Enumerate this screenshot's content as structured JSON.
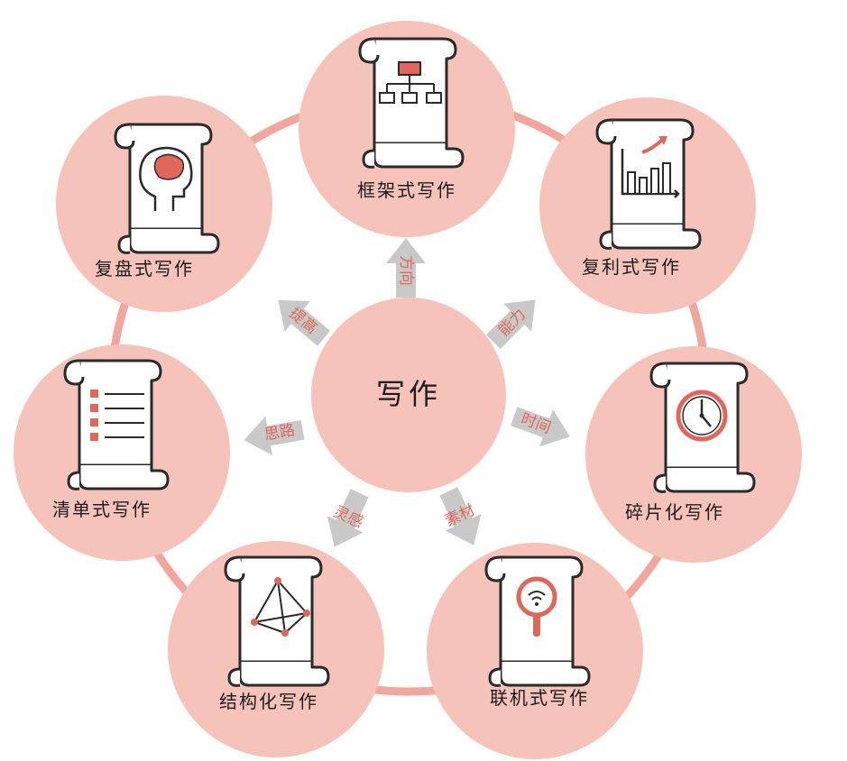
{
  "center": {
    "label": "写作"
  },
  "nodes": [
    {
      "id": "framework",
      "label": "框架式写作",
      "icon": "flowchart-scroll-icon"
    },
    {
      "id": "compound",
      "label": "复利式写作",
      "icon": "bar-chart-scroll-icon"
    },
    {
      "id": "fragment",
      "label": "碎片化写作",
      "icon": "clock-scroll-icon"
    },
    {
      "id": "networked",
      "label": "联机式写作",
      "icon": "magnifier-scroll-icon"
    },
    {
      "id": "structured",
      "label": "结构化写作",
      "icon": "pyramid-scroll-icon"
    },
    {
      "id": "checklist",
      "label": "清单式写作",
      "icon": "checklist-scroll-icon"
    },
    {
      "id": "review",
      "label": "复盘式写作",
      "icon": "brain-scroll-icon"
    }
  ],
  "arrows": [
    {
      "id": "direction",
      "label": "方向"
    },
    {
      "id": "ability",
      "label": "能力"
    },
    {
      "id": "time",
      "label": "时间"
    },
    {
      "id": "material",
      "label": "素材"
    },
    {
      "id": "inspiration",
      "label": "灵感"
    },
    {
      "id": "thinking",
      "label": "思路"
    },
    {
      "id": "improve",
      "label": "提高"
    }
  ],
  "colors": {
    "circle_fill": "#f6c3bb",
    "ring": "#f1a79d",
    "arrow": "#c9c9c9",
    "accent": "#e0675c",
    "scroll_fill": "#ffffff",
    "outline": "#2a2a2a"
  }
}
